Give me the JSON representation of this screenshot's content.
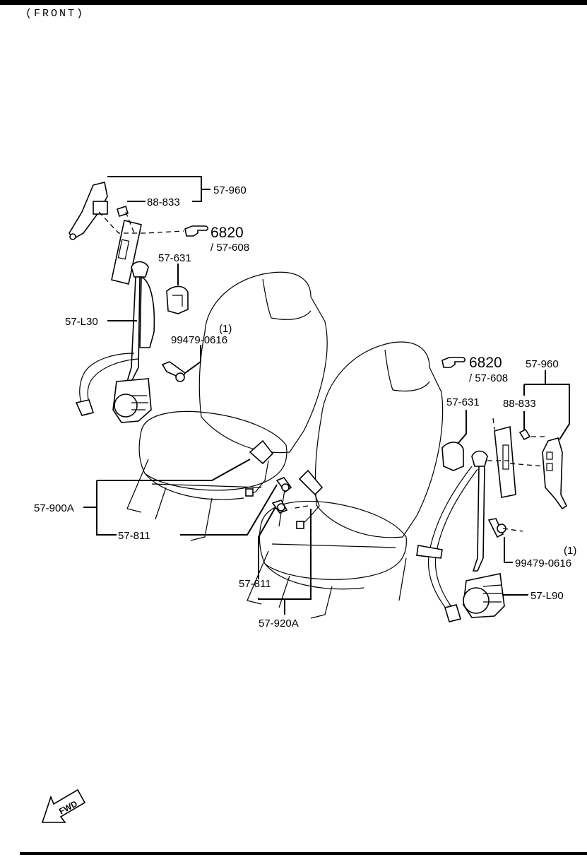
{
  "header": {
    "view": "(FRONT)"
  },
  "callouts": {
    "left": {
      "anchor_960": "57-960",
      "bolt_833": "88-833",
      "ref_6820": "6820",
      "ref_608": "/ 57-608",
      "cover_631": "57-631",
      "belt_L30": "57-L30",
      "qty": "(1)",
      "bolt_0616": "99479-0616",
      "buckle_900A": "57-900A",
      "bolt_811": "57-811"
    },
    "center": {
      "bolt_811": "57-811",
      "buckle_920A": "57-920A"
    },
    "right": {
      "ref_6820": "6820",
      "ref_608": "/ 57-608",
      "anchor_960": "57-960",
      "cover_631": "57-631",
      "bolt_833": "88-833",
      "qty": "(1)",
      "bolt_0616": "99479-0616",
      "belt_L90": "57-L90"
    }
  },
  "fwd_arrow": {
    "text": "FWD"
  },
  "icons": {
    "reference": "pointing-hand-icon",
    "direction": "fwd-arrow-icon"
  }
}
